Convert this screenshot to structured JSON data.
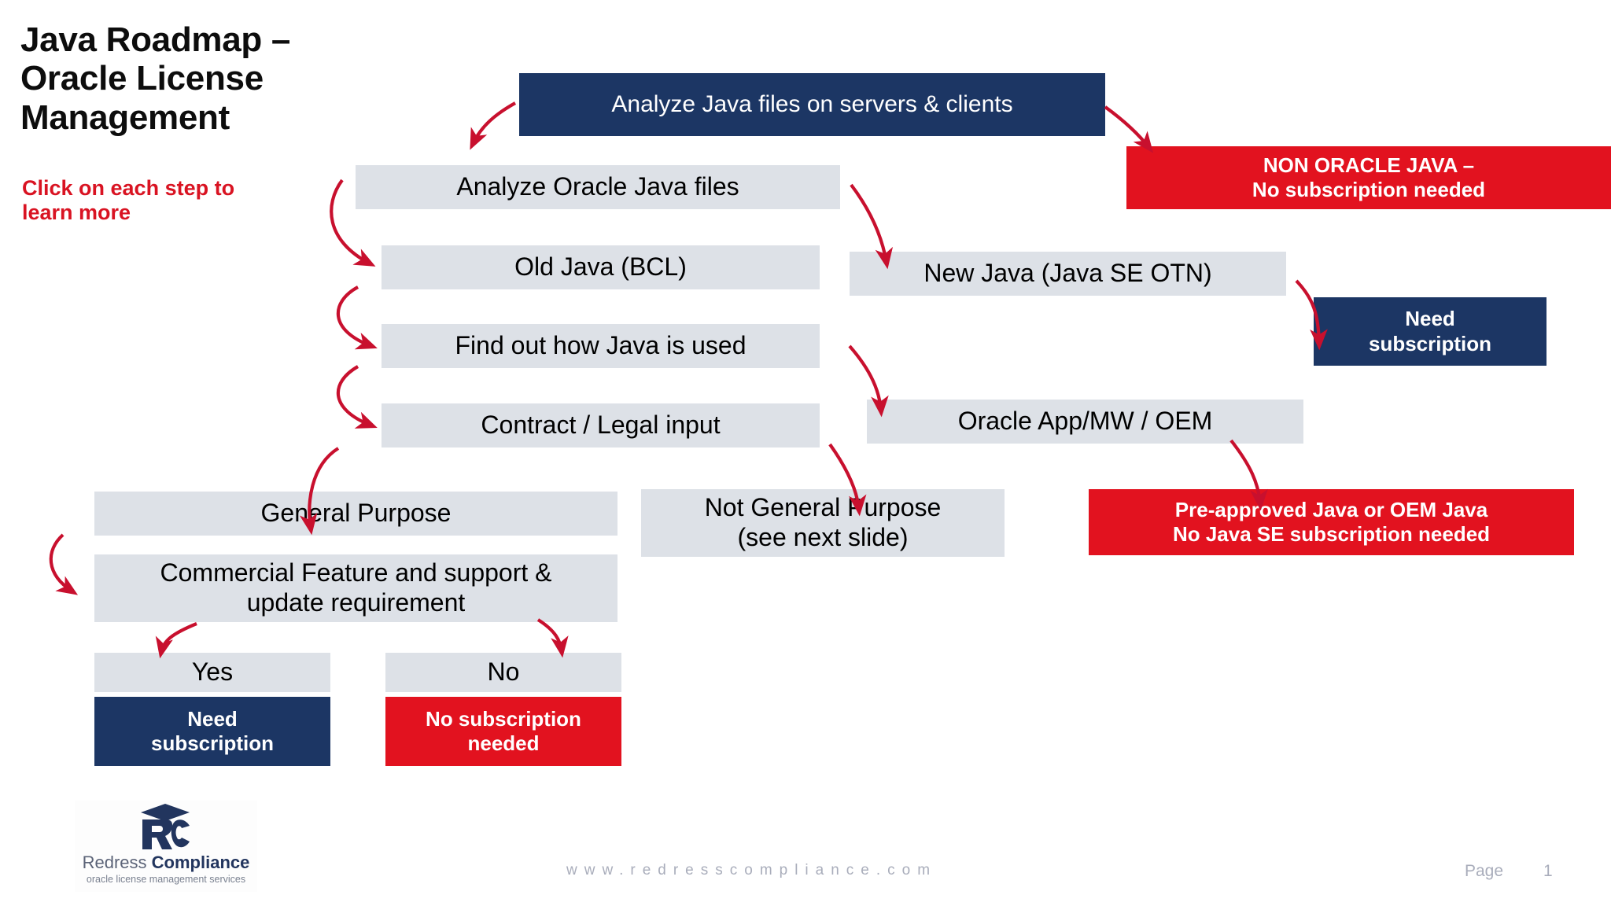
{
  "slide": {
    "title": "Java Roadmap – Oracle License Management",
    "subtitle": "Click on each step to learn more",
    "accent_red": "#D91322",
    "box_red": "#E2121F",
    "box_navy": "#1C3664",
    "box_gray": "#DDE1E7",
    "arrow_color": "#C8102E"
  },
  "nodes": {
    "analyze_java_files": "Analyze Java files on servers & clients",
    "non_oracle_java": "NON ORACLE JAVA –\nNo subscription needed",
    "non_oracle_java_l1": "NON ORACLE JAVA –",
    "non_oracle_java_l2": "No subscription needed",
    "analyze_oracle_java_files": "Analyze Oracle Java files",
    "old_java_bcl": "Old Java (BCL)",
    "new_java_otn": "New Java (Java SE OTN)",
    "need_subscription_otn_l1": "Need",
    "need_subscription_otn_l2": "subscription",
    "find_out_how_java_is_used": "Find out how Java is used",
    "contract_legal_input": "Contract / Legal input",
    "oracle_app_mw_oem": "Oracle App/MW / OEM",
    "general_purpose": "General Purpose",
    "not_general_purpose_l1": "Not General Purpose",
    "not_general_purpose_l2": "(see next slide)",
    "pre_approved_l1": "Pre-approved Java or OEM Java",
    "pre_approved_l2": "No Java SE subscription needed",
    "commercial_feature_l1": "Commercial Feature and support &",
    "commercial_feature_l2": "update requirement",
    "yes": "Yes",
    "no": "No",
    "need_subscription_yes_l1": "Need",
    "need_subscription_yes_l2": "subscription",
    "no_subscription_needed_l1": "No subscription",
    "no_subscription_needed_l2": "needed"
  },
  "logo": {
    "mark": "rc-cube-logo",
    "name_part1": "Redress ",
    "name_part2": "Compliance",
    "tagline": "oracle license management services"
  },
  "footer": {
    "url": "www.redresscompliance.com",
    "page_label": "Page",
    "page_number": "1"
  }
}
